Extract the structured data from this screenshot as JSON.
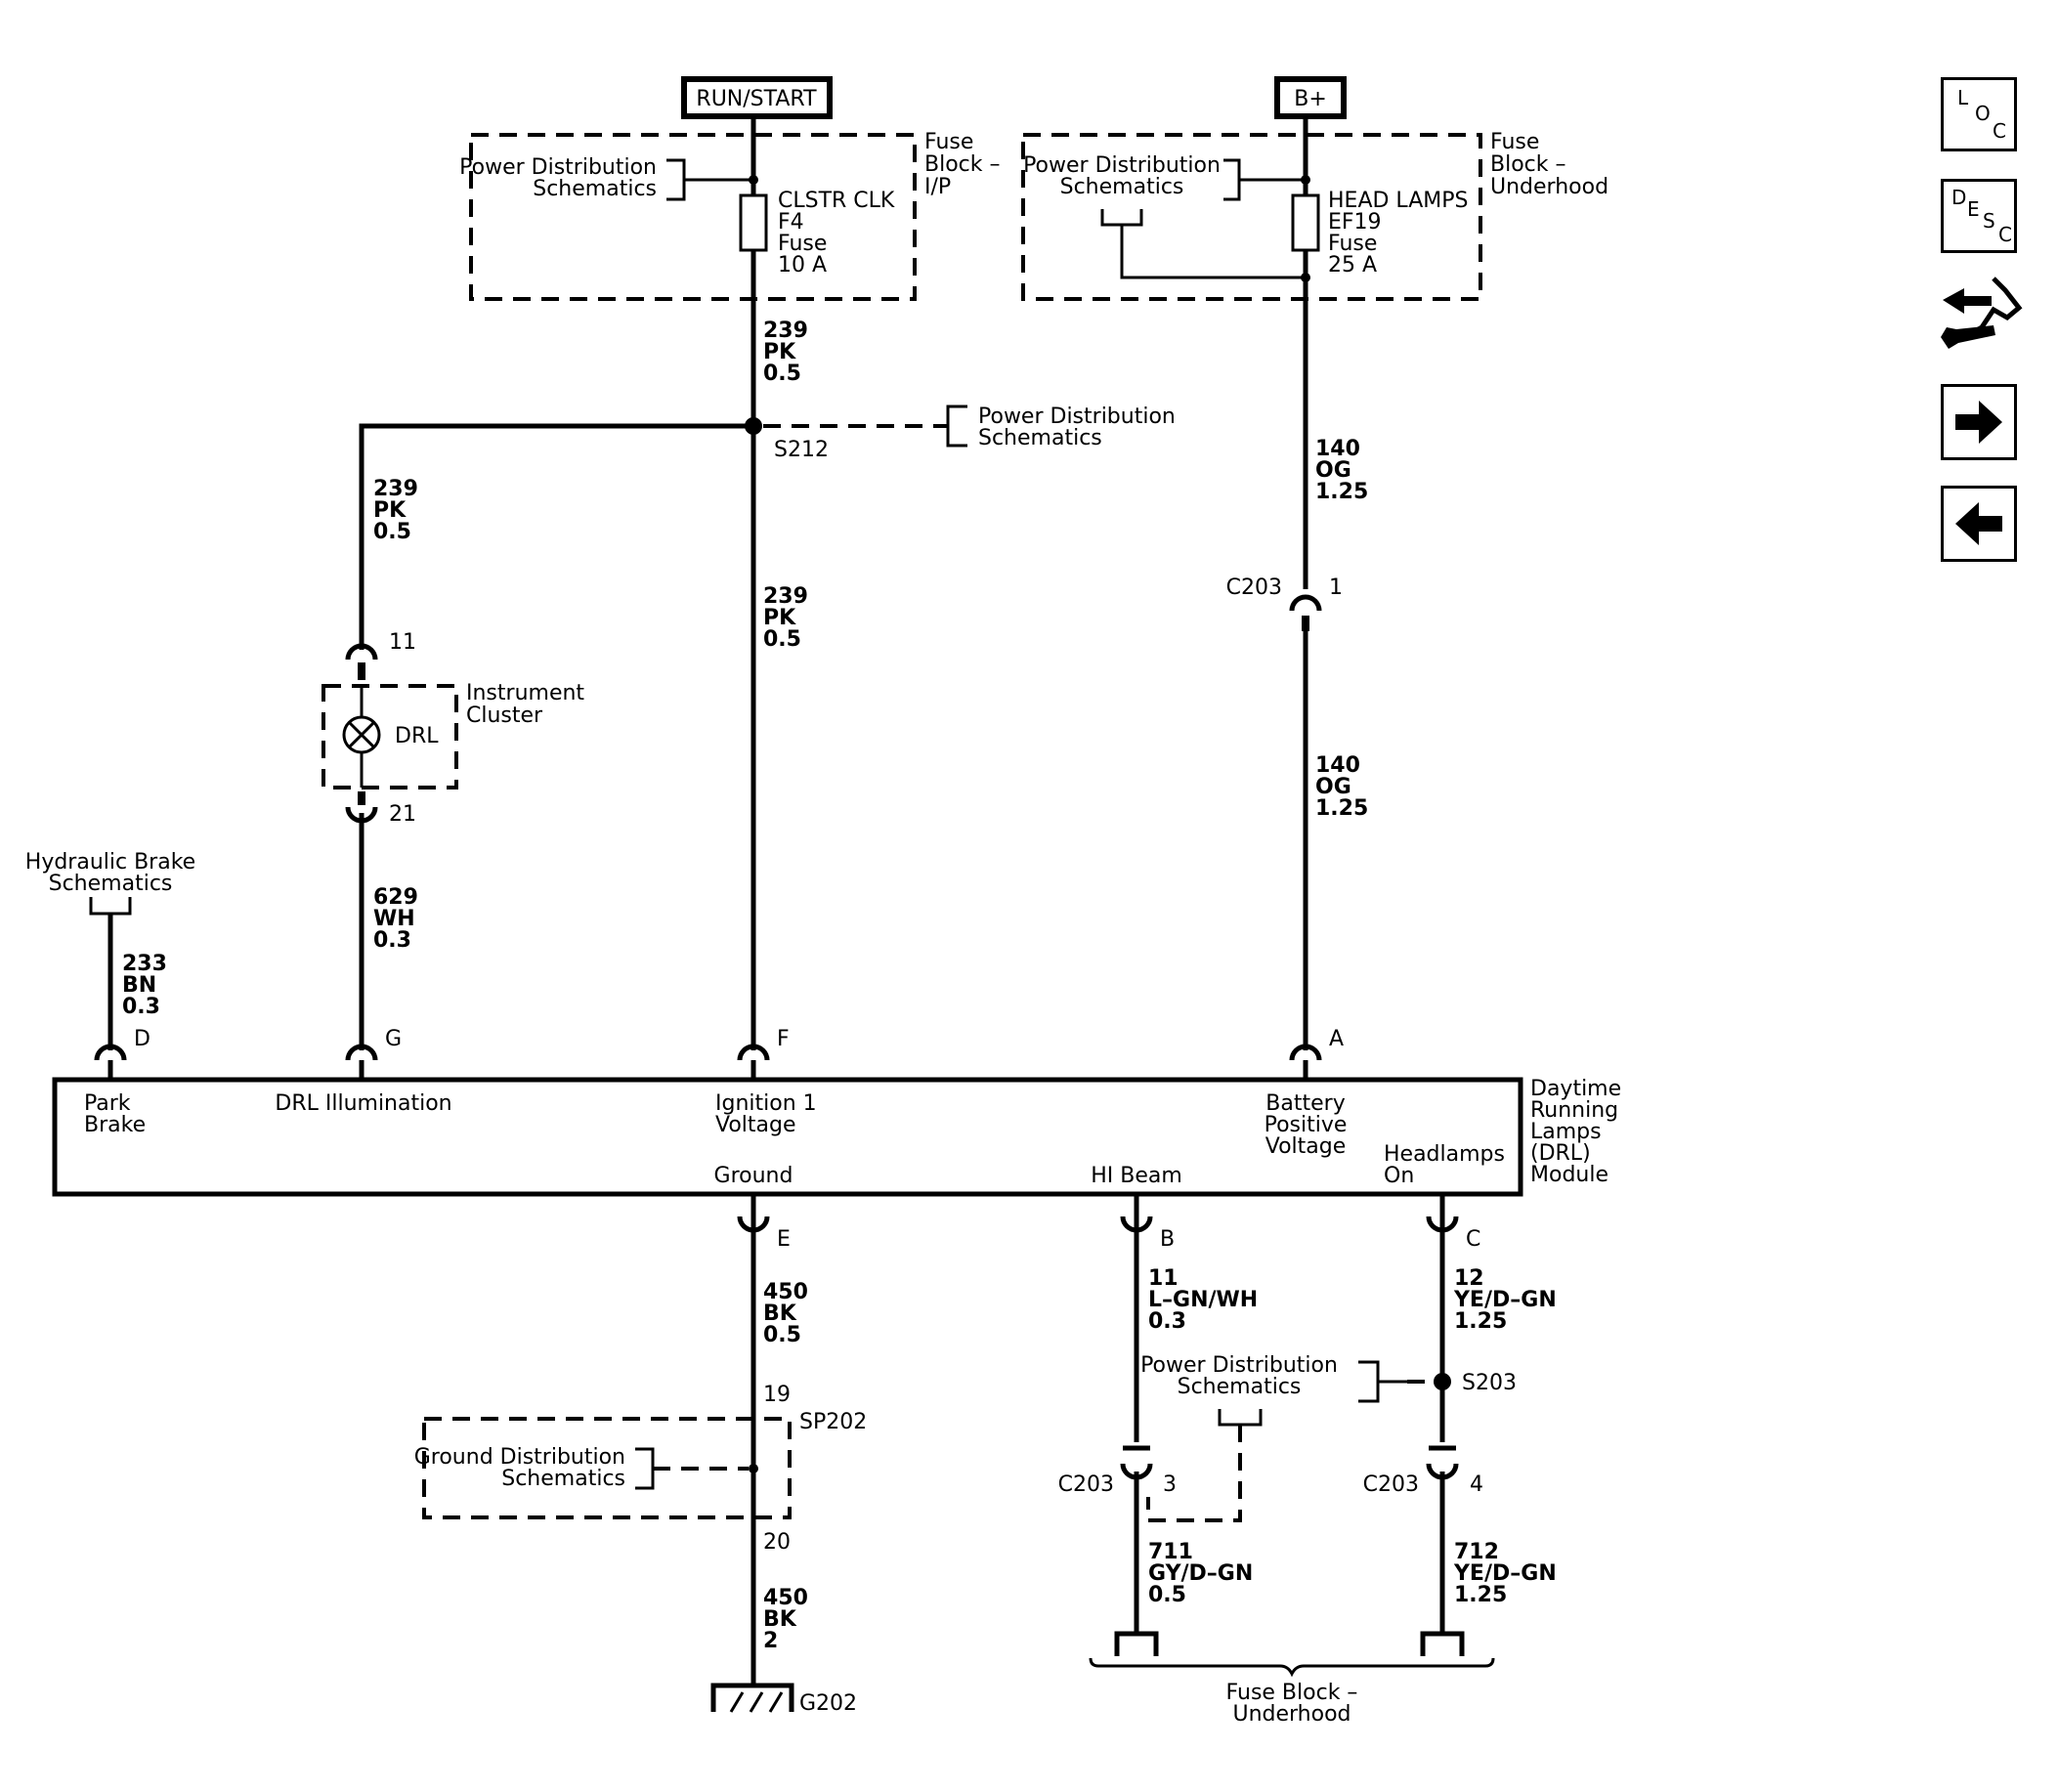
{
  "power": {
    "run_start": "RUN/START",
    "bplus": "B+"
  },
  "fuse_left": {
    "pds": [
      "Power Distribution",
      "Schematics"
    ],
    "block": [
      "Fuse",
      "Block –",
      "I/P"
    ],
    "fuse": [
      "CLSTR CLK",
      "F4",
      "Fuse",
      "10 A"
    ]
  },
  "fuse_right": {
    "pds": [
      "Power Distribution",
      "Schematics"
    ],
    "block": [
      "Fuse",
      "Block –",
      "Underhood"
    ],
    "fuse": [
      "HEAD LAMPS",
      "EF19",
      "Fuse",
      "25 A"
    ]
  },
  "wires": {
    "w239_top": [
      "239",
      "PK",
      "0.5"
    ],
    "w239_left": [
      "239",
      "PK",
      "0.5"
    ],
    "w239_mid": [
      "239",
      "PK",
      "0.5"
    ],
    "w140_top": [
      "140",
      "OG",
      "1.25"
    ],
    "w140_bot": [
      "140",
      "OG",
      "1.25"
    ],
    "w629": [
      "629",
      "WH",
      "0.3"
    ],
    "w233": [
      "233",
      "BN",
      "0.3"
    ],
    "w450_top": [
      "450",
      "BK",
      "0.5"
    ],
    "w450_bot": [
      "450",
      "BK",
      "2"
    ],
    "w11": [
      "11",
      "L–GN/WH",
      "0.3"
    ],
    "w12": [
      "12",
      "YE/D–GN",
      "1.25"
    ],
    "w711": [
      "711",
      "GY/D–GN",
      "0.5"
    ],
    "w712": [
      "712",
      "YE/D–GN",
      "1.25"
    ]
  },
  "splices": {
    "s212": "S212",
    "s203": "S203",
    "sp202": "SP202",
    "g202": "G202"
  },
  "pds_s212": [
    "Power Distribution",
    "Schematics"
  ],
  "pds_s203": [
    "Power Distribution",
    "Schematics"
  ],
  "gds": [
    "Ground Distribution",
    "Schematics"
  ],
  "hydraulic": [
    "Hydraulic Brake",
    "Schematics"
  ],
  "cluster": {
    "name": [
      "Instrument",
      "Cluster"
    ],
    "lamp": "DRL",
    "pin_top": "11",
    "pin_bot": "21"
  },
  "connectors": {
    "c203_1": {
      "name": "C203",
      "pin": "1"
    },
    "c203_3": {
      "name": "C203",
      "pin": "3"
    },
    "c203_4": {
      "name": "C203",
      "pin": "4"
    }
  },
  "sp202_pins": {
    "top": "19",
    "bottom": "20"
  },
  "module": {
    "name": [
      "Daytime",
      "Running",
      "Lamps",
      "(DRL)",
      "Module"
    ],
    "pins": {
      "d": "D",
      "g": "G",
      "f": "F",
      "a": "A",
      "e": "E",
      "b": "B",
      "c": "C"
    },
    "labels": {
      "park_brake": [
        "Park",
        "Brake"
      ],
      "drl_illum": "DRL Illumination",
      "ign": [
        "Ignition 1",
        "Voltage"
      ],
      "batt": [
        "Battery",
        "Positive",
        "Voltage"
      ],
      "ground": "Ground",
      "hibeam": "HI Beam",
      "headlamps": [
        "Headlamps",
        "On"
      ]
    }
  },
  "fuse_block_under": [
    "Fuse Block –",
    "Underhood"
  ],
  "nav": {
    "loc": [
      "L",
      "O",
      "C"
    ],
    "desc": [
      "D",
      "E",
      "S",
      "C"
    ],
    "icons": [
      "tools-icon",
      "arrow-right-icon",
      "arrow-left-icon"
    ]
  }
}
